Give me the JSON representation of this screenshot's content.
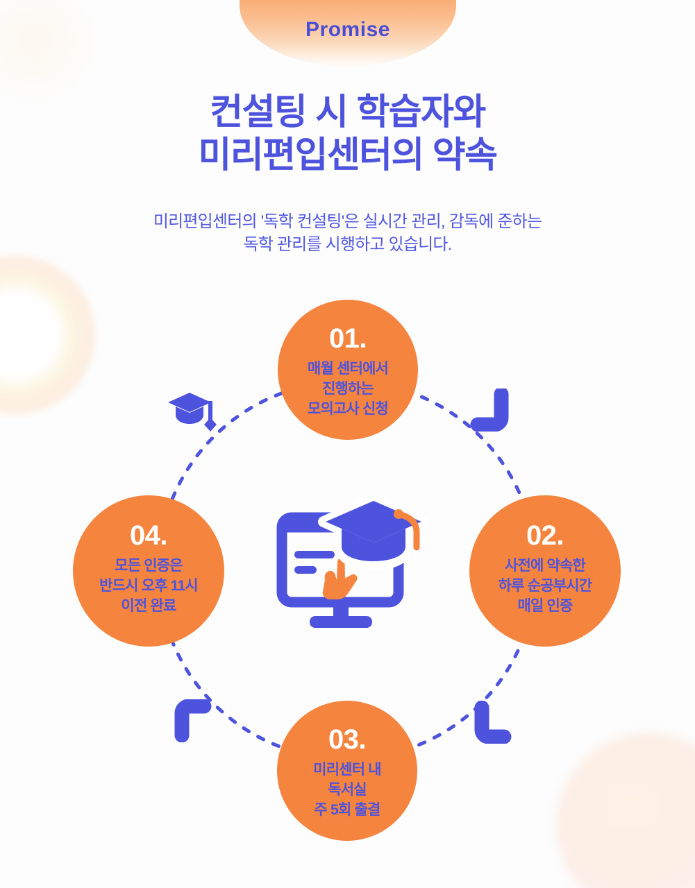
{
  "badge": {
    "label": "Promise"
  },
  "heading": {
    "title_line1": "컨설팅 시 학습자와",
    "title_line2": "미리편입센터의 약속",
    "subtitle_line1": "미리편입센터의 '독학 컨설팅'은 실시간 관리, 감독에 준하는",
    "subtitle_line2": "독학 관리를 시행하고 있습니다."
  },
  "colors": {
    "brand_blue": "#4d53dd",
    "accent_orange": "#f5843f",
    "badge_gradient_top": "#f9ad76",
    "background": "#fdfdfd",
    "node_number_text": "#ffffff"
  },
  "diagram": {
    "center_icon_name": "monitor-graduation-cap-hand-icon",
    "ring_style": "dashed",
    "nodes": [
      {
        "number": "01.",
        "line1": "매월 센터에서",
        "line2": "진행하는",
        "line3": "모의고사 신청",
        "position": "top"
      },
      {
        "number": "02.",
        "line1": "사전에 약속한",
        "line2": "하루 순공부시간",
        "line3": "매일 인증",
        "position": "right"
      },
      {
        "number": "03.",
        "line1": "미리센터 내",
        "line2": "독서실",
        "line3": "주 5회 출결",
        "position": "bottom"
      },
      {
        "number": "04.",
        "line1": "모든 인증은",
        "line2": "반드시 오후 11시",
        "line3": "이전 완료",
        "position": "left"
      }
    ],
    "markers": [
      {
        "name": "graduation-cap-icon",
        "position": "top-left"
      },
      {
        "name": "chevron-arrow-icon",
        "position": "top-right"
      },
      {
        "name": "chevron-arrow-icon",
        "position": "bottom-right"
      },
      {
        "name": "chevron-arrow-icon",
        "position": "bottom-left"
      }
    ]
  }
}
